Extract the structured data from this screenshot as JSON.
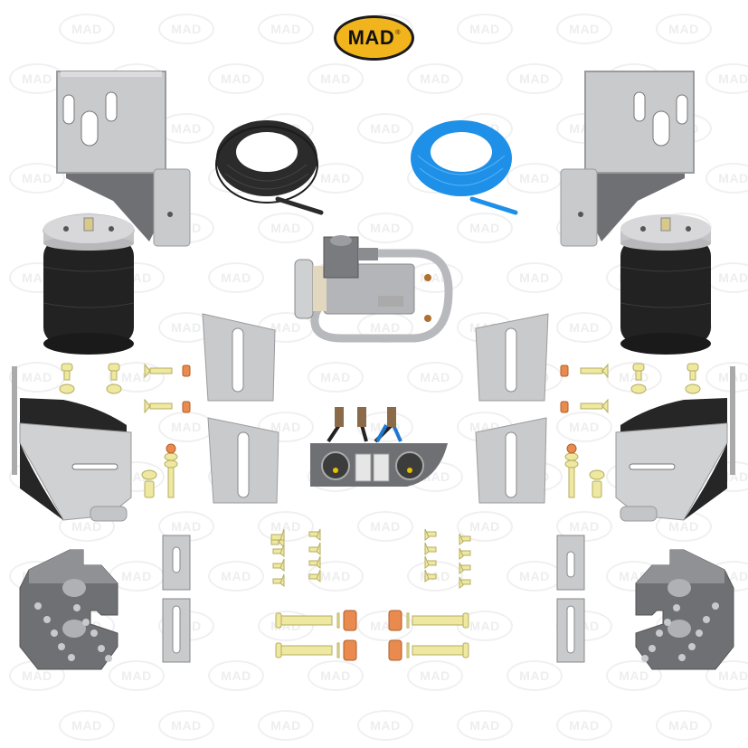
{
  "brand": {
    "logo_text": "MAD",
    "registered_mark": "®",
    "logo_color": "#f2b41c",
    "logo_outline": "#1a1a1a"
  },
  "watermark": {
    "text": "MAD",
    "color": "#eeeeee"
  },
  "parts": [
    {
      "name": "upper-bracket-left",
      "icon": "bracket-icon"
    },
    {
      "name": "upper-bracket-right",
      "icon": "bracket-icon"
    },
    {
      "name": "air-spring-left",
      "icon": "air-bag-icon"
    },
    {
      "name": "air-spring-right",
      "icon": "air-bag-icon"
    },
    {
      "name": "air-hose-black",
      "icon": "hose-coil-icon",
      "color": "#2b2b2b"
    },
    {
      "name": "air-hose-blue",
      "icon": "hose-coil-icon",
      "color": "#1e90e8"
    },
    {
      "name": "compressor",
      "icon": "compressor-icon"
    },
    {
      "name": "control-panel",
      "icon": "gauge-panel-icon"
    },
    {
      "name": "lower-bracket-left",
      "icon": "bracket-icon"
    },
    {
      "name": "lower-bracket-right",
      "icon": "bracket-icon"
    },
    {
      "name": "base-plate-left",
      "icon": "plate-icon"
    },
    {
      "name": "base-plate-right",
      "icon": "plate-icon"
    },
    {
      "name": "spacer-plates",
      "icon": "spacer-icon"
    },
    {
      "name": "hardware-bolts",
      "icon": "bolt-icon"
    },
    {
      "name": "hardware-nuts",
      "icon": "nut-icon"
    }
  ],
  "colors": {
    "steel": "#c9cacc",
    "steel_dark": "#8d8f93",
    "plate_dark": "#6f7074",
    "bag_black": "#222222",
    "bolt": "#eee8a0",
    "nut": "#e98a4e",
    "hose_blue": "#1e90e8"
  }
}
